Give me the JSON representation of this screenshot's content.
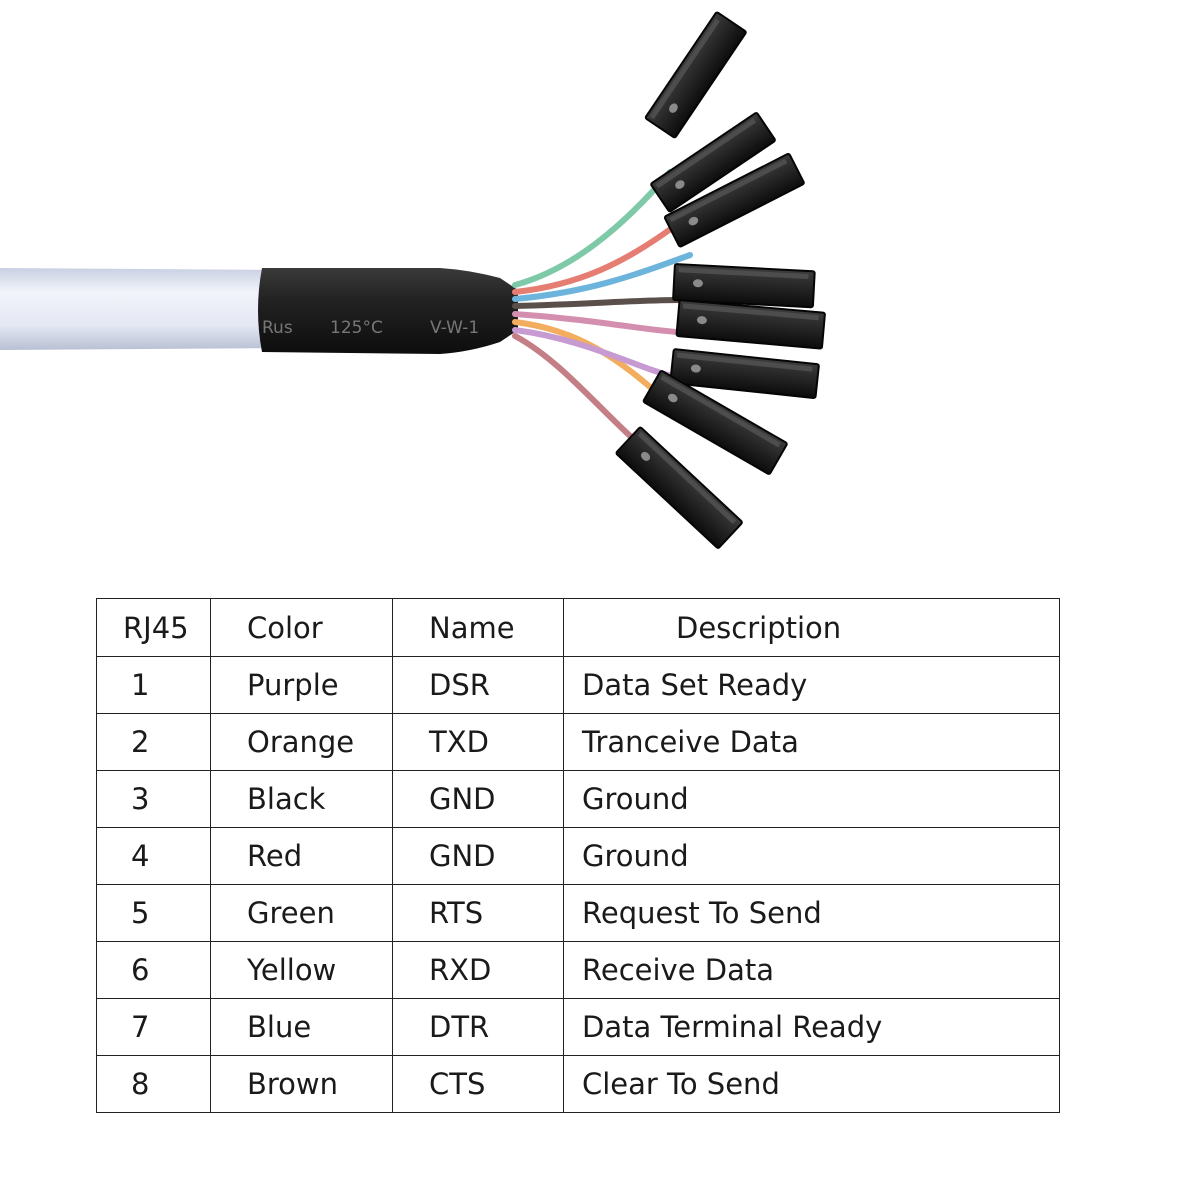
{
  "cable_label": {
    "cert_mark": "Rus",
    "temperature": "125°C",
    "rating": "V-W-1"
  },
  "wire_colors": [
    "#7ec9a7",
    "#e57d72",
    "#6db4dd",
    "#5a4f4a",
    "#d48fae",
    "#f2ad5e",
    "#c79ad2",
    "#c47f86"
  ],
  "table": {
    "headers": [
      "RJ45",
      "Color",
      "Name",
      "Description"
    ],
    "rows": [
      {
        "pin": "1",
        "color": "Purple",
        "name": "DSR",
        "description": "Data Set Ready"
      },
      {
        "pin": "2",
        "color": "Orange",
        "name": "TXD",
        "description": "Tranceive  Data"
      },
      {
        "pin": "3",
        "color": "Black",
        "name": "GND",
        "description": "Ground"
      },
      {
        "pin": "4",
        "color": "Red",
        "name": "GND",
        "description": "Ground"
      },
      {
        "pin": "5",
        "color": "Green",
        "name": "RTS",
        "description": "Request To Send"
      },
      {
        "pin": "6",
        "color": "Yellow",
        "name": "RXD",
        "description": "Receive Data"
      },
      {
        "pin": "7",
        "color": "Blue",
        "name": "DTR",
        "description": "Data Terminal Ready"
      },
      {
        "pin": "8",
        "color": "Brown",
        "name": "CTS",
        "description": "Clear To Send"
      }
    ]
  }
}
